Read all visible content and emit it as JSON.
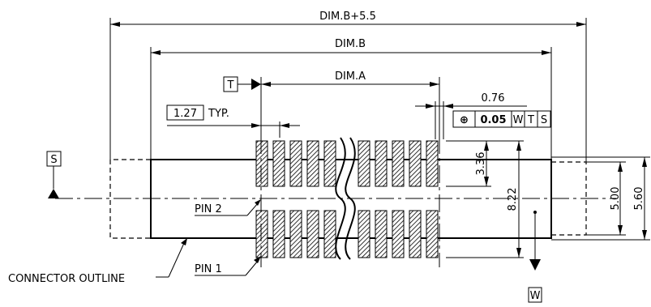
{
  "dimensions": {
    "overall": "DIM.B+5.5",
    "dim_b": "DIM.B",
    "dim_a": "DIM.A",
    "pitch_value": "1.27",
    "pitch_suffix": "TYP.",
    "pad_width": "0.76",
    "pad_length": "3.36",
    "pad_span": "8.22",
    "inner_width": "5.00",
    "outer_width": "5.60"
  },
  "datums": {
    "s": "S",
    "t": "T",
    "w": "W"
  },
  "tolerance_frame": {
    "symbol": "⊕",
    "value": "0.05",
    "ref1": "W",
    "ref2": "T",
    "ref3": "S"
  },
  "labels": {
    "pin2": "PIN 2",
    "pin1": "PIN 1",
    "connector_outline": "CONNECTOR OUTLINE"
  }
}
